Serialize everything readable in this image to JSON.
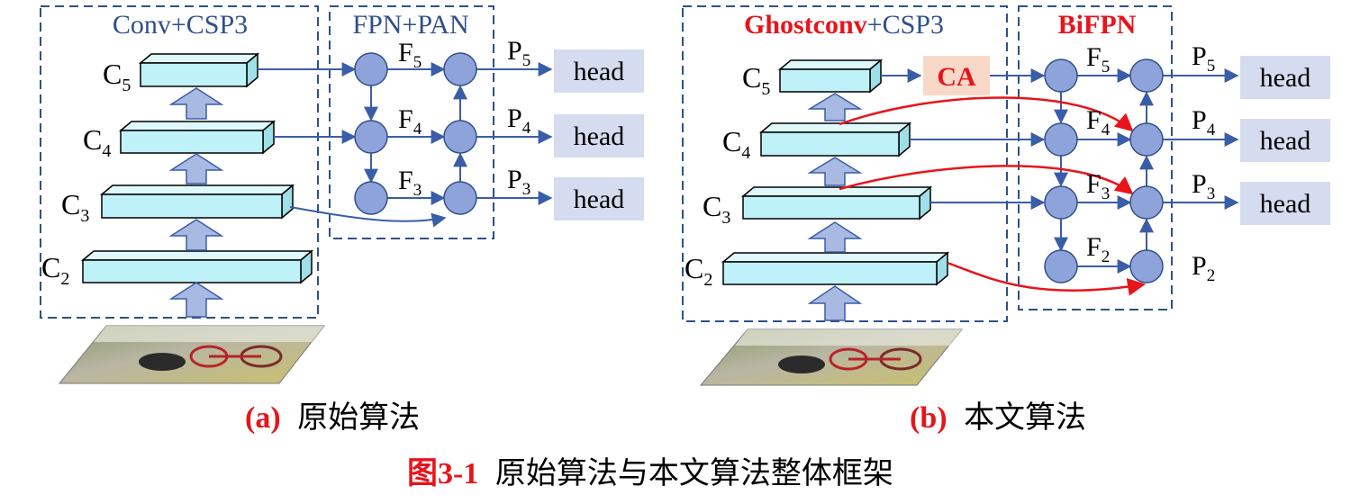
{
  "panel_a": {
    "backbone_title": "Conv+CSP3",
    "neck_title": "FPN+PAN",
    "c_labels": {
      "c5": "5",
      "c4": "4",
      "c3": "3",
      "c2": "2",
      "letter": "C"
    },
    "f_labels": {
      "f5": "5",
      "f4": "4",
      "f3": "3",
      "letter": "F"
    },
    "p_labels": {
      "p5": "5",
      "p4": "4",
      "p3": "3",
      "letter": "P"
    },
    "heads": [
      "head",
      "head",
      "head"
    ],
    "caption_id": "(a)",
    "caption_text": "原始算法"
  },
  "panel_b": {
    "backbone_title_red": "Ghostconv",
    "backbone_title_rest": "+CSP3",
    "neck_title": "BiFPN",
    "attention_label": "CA",
    "c_labels": {
      "c5": "5",
      "c4": "4",
      "c3": "3",
      "c2": "2",
      "letter": "C"
    },
    "f_labels": {
      "f5": "5",
      "f4": "4",
      "f3": "3",
      "f2": "2",
      "letter": "F"
    },
    "p_labels": {
      "p5": "5",
      "p4": "4",
      "p3": "3",
      "p2": "2",
      "letter": "P"
    },
    "heads": [
      "head",
      "head",
      "head"
    ],
    "caption_id": "(b)",
    "caption_text": "本文算法"
  },
  "figure_caption": {
    "id": "图3-1",
    "text": "原始算法与本文算法整体框架"
  },
  "colors": {
    "box_dash": "#2f4f8a",
    "arrow": "#3a5da8",
    "node_fill": "#8ea3d9",
    "block_fill": "#bff2f8",
    "head_fill": "#d6dcef",
    "ca_fill": "#f9d8c8",
    "red": "#e8141b",
    "title_blue": "#2f4f8a"
  }
}
